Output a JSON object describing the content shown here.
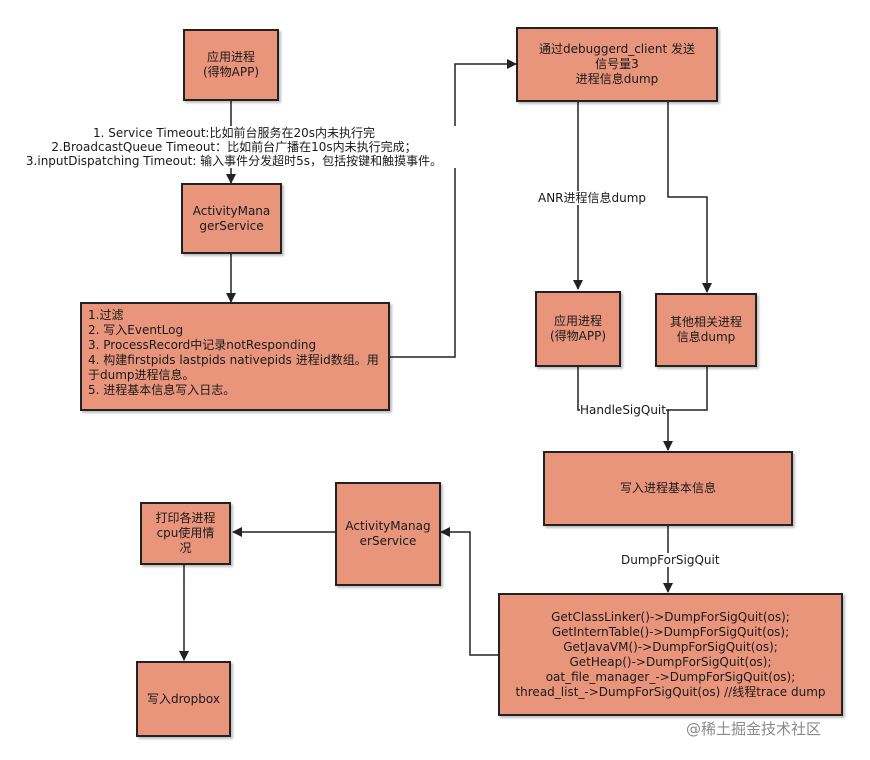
{
  "nodes": {
    "app_process_top": "应用进程\n(得物APP)",
    "ams_top": "ActivityMana\ngerService",
    "anr_steps": "1.过滤\n2. 写入EventLog\n3. ProcessRecord中记录notResponding\n4. 构建firstpids lastpids nativepids 进程id数组。用于dump进程信息。\n5. 进程基本信息写入日志。",
    "debuggerd": "通过debuggerd_client  发送\n信号量3\n进程信息dump",
    "app_process_right": "应用进程\n(得物APP)",
    "other_process": "其他相关进程\n信息dump",
    "write_basic": "写入进程基本信息",
    "dump_list": "GetClassLinker()->DumpForSigQuit(os);\nGetInternTable()->DumpForSigQuit(os);\nGetJavaVM()->DumpForSigQuit(os);\nGetHeap()->DumpForSigQuit(os);\noat_file_manager_->DumpForSigQuit(os);\nthread_list_->DumpForSigQuit(os) //线程trace dump",
    "ams_bottom": "ActivityManag\nerService",
    "print_cpu": "打印各进程\ncpu使用情\n况",
    "write_dropbox": "写入dropbox"
  },
  "edge_labels": {
    "timeouts": "1. Service Timeout:比如前台服务在20s内未执行完\n2.BroadcastQueue Timeout：比如前台广播在10s内未执行完成；\n3.inputDispatching Timeout: 输入事件分发超时5s，包括按键和触摸事件。",
    "anr_dump": "ANR进程信息dump",
    "handle_sigquit": "HandleSigQuit",
    "dump_for_sigquit": "DumpForSigQuit"
  },
  "watermark": "@稀土掘金技术社区",
  "colors": {
    "box_fill": "#e9957c",
    "stroke": "#222222"
  }
}
